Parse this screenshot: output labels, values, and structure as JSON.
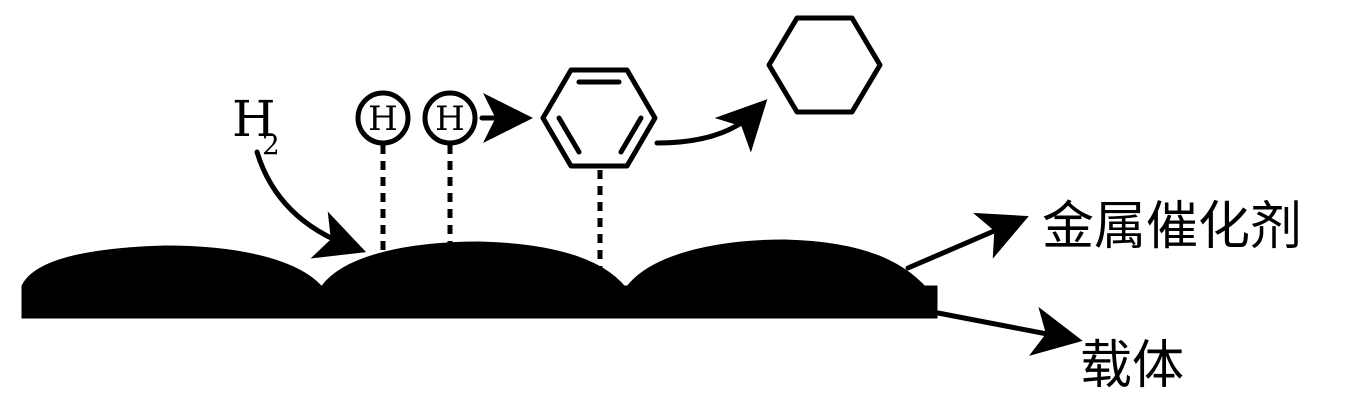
{
  "labels": {
    "h2": "H",
    "h2_subscript": "2",
    "hydrogen_atom_1": "H",
    "hydrogen_atom_2": "H",
    "metal_catalyst": "金属催化剂",
    "support": "载体"
  },
  "molecules": {
    "reactant": "benzene",
    "product": "cyclohexane"
  },
  "colors": {
    "ink": "#000000",
    "background": "#ffffff"
  }
}
